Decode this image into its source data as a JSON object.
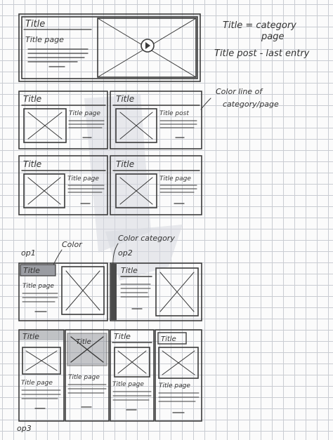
{
  "notes": {
    "title_def_line1": "Title = category",
    "title_def_line2": "page",
    "title_post_def": "Title post - last entry",
    "color_line_1": "Color line of",
    "color_line_2": "category/page",
    "color_label": "Color",
    "color_category_label": "Color category",
    "op1": "op1",
    "op2": "op2",
    "op3": "op3"
  },
  "hero": {
    "title": "Title",
    "title_page": "Title page"
  },
  "grid_row1": [
    {
      "title": "Title",
      "title_page": "Title page"
    },
    {
      "title": "Title",
      "title_page": "Title post"
    }
  ],
  "grid_row2": [
    {
      "title": "Title",
      "title_page": "Title page"
    },
    {
      "title": "Title",
      "title_page": "Title page"
    }
  ],
  "option1": {
    "title": "Title",
    "title_page": "Title page"
  },
  "option2": {
    "title": "Title"
  },
  "option3": [
    {
      "title": "Title",
      "title_page": "Title page"
    },
    {
      "title": "Title",
      "title_page": "Title page"
    },
    {
      "title": "Title",
      "title_page": "Title page"
    },
    {
      "title": "Title",
      "title_page": "Title page"
    }
  ],
  "colors": {
    "ink": "#3a3a3a",
    "grid": "#c9ccd2",
    "paper": "#fbfbfb"
  }
}
